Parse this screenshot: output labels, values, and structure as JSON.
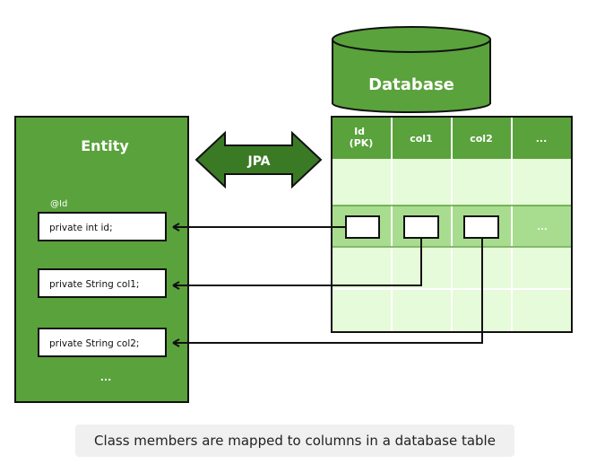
{
  "colors": {
    "green": "#5aa23c",
    "green_dark": "#3b7a25",
    "table_light": "#e6fbd9",
    "table_highlight": "#a8dd8f",
    "line": "#111111",
    "cell_white": "#ffffff"
  },
  "database": {
    "label": "Database"
  },
  "jpa": {
    "label": "JPA"
  },
  "entity": {
    "title": "Entity",
    "annotation": "@Id",
    "fields": [
      "private int id;",
      "private String col1;",
      "private String col2;"
    ],
    "ellipsis": "..."
  },
  "table": {
    "columns": [
      "Id\n(PK)",
      "col1",
      "col2",
      "..."
    ],
    "row_ellipsis": "..."
  },
  "caption": "Class members are mapped to columns in a database table"
}
